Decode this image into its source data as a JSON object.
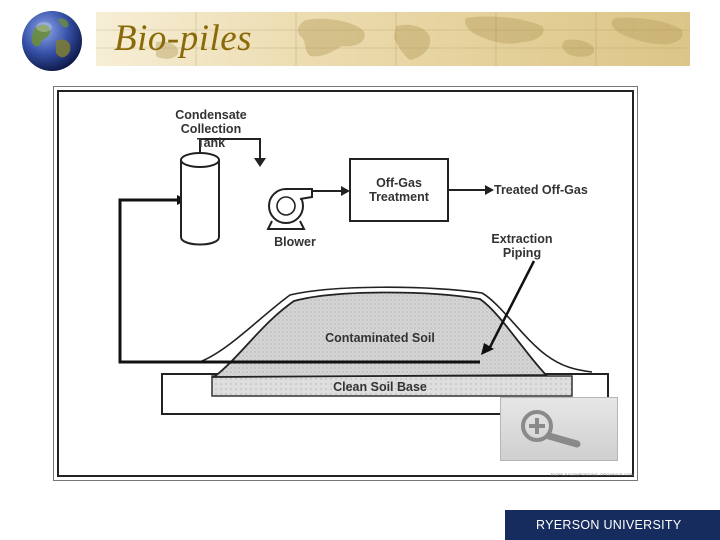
{
  "slide": {
    "title": "Bio-piles"
  },
  "diagram": {
    "condensate_tank": "Condensate\nCollection\nTank",
    "blower": "Blower",
    "offgas_treatment": "Off-Gas\nTreatment",
    "treated_offgas": "Treated Off-Gas",
    "extraction_piping": "Extraction\nPiping",
    "contaminated_soil": "Contaminated Soil",
    "clean_soil_base": "Clean Soil Base",
    "source_credit": "BIOPILE/COMPOSTING-ORGANICS.COM"
  },
  "footer": {
    "logo_text": "RYERSON UNIVERSITY"
  },
  "icons": {
    "globe": "globe-icon",
    "zoom": "magnifier-icon"
  }
}
